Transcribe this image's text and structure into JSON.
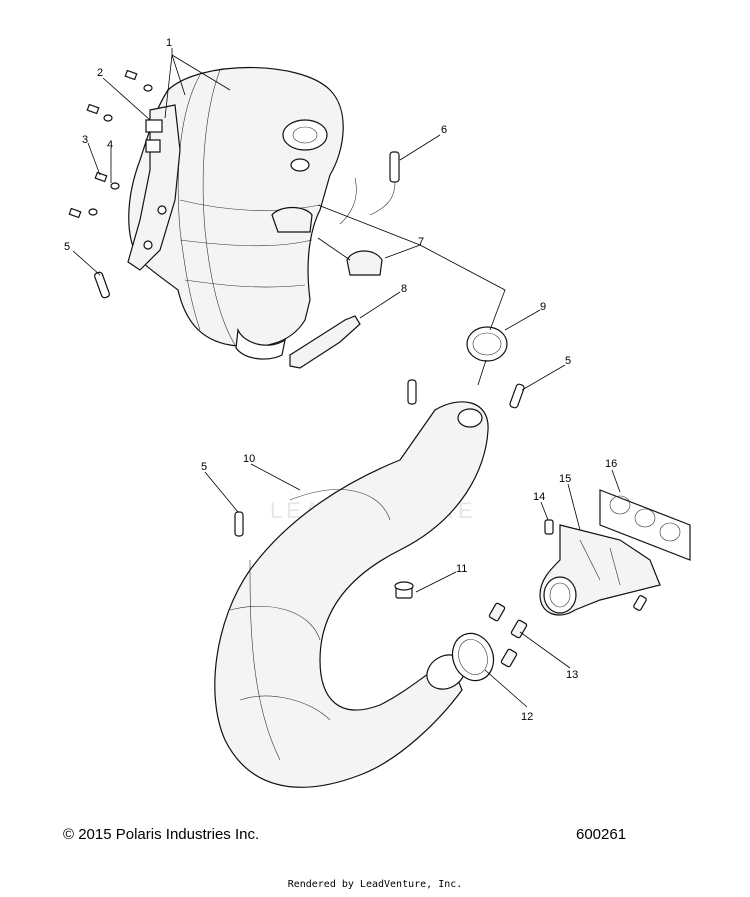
{
  "diagram": {
    "callouts": [
      "1",
      "2",
      "3",
      "4",
      "5",
      "6",
      "7",
      "8",
      "9",
      "5",
      "5",
      "10",
      "11",
      "12",
      "13",
      "14",
      "15",
      "16"
    ]
  },
  "footer": {
    "copyright": "© 2015 Polaris Industries Inc.",
    "doc_id": "600261",
    "render_note": "Rendered by LeadVenture, Inc."
  },
  "watermark": {
    "text": "LEADVENTURE"
  }
}
